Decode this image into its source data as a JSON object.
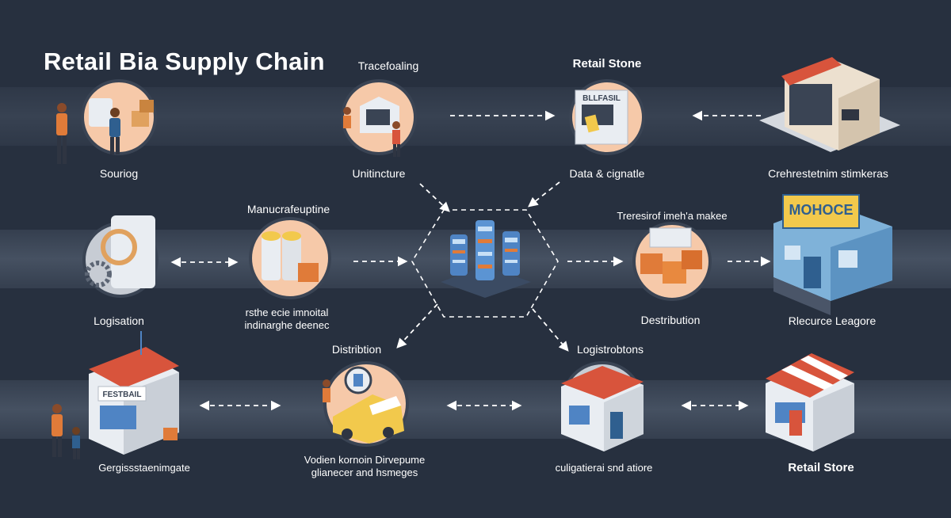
{
  "title": "Retail Bia Supply Chain",
  "nodes": {
    "sourcing": {
      "label": "Souriog"
    },
    "tracefoaling": {
      "label": "Tracefoaling"
    },
    "unitincture": {
      "label": "Unitincture"
    },
    "retail_stone": {
      "label": "Retail Stone",
      "sign": "BLLFASIL"
    },
    "data_signatle": {
      "label": "Data & cignatle"
    },
    "crehrest": {
      "label": "Crehrestetnim stimkeras"
    },
    "logisation": {
      "label": "Logisation"
    },
    "manufacturing": {
      "label": "Manucrafeuptine",
      "sub1": "rsthe ecie imnoital",
      "sub2": "indinarghe deenec"
    },
    "treresirof": {
      "label": "Treresirof imeh'a makee"
    },
    "destribution": {
      "label": "Destribution"
    },
    "mohoce": {
      "label": "Rlecurce Leagore",
      "sign": "MOHOCE"
    },
    "distribution": {
      "label": "Distribtion"
    },
    "logistrobtons": {
      "label": "Logistrobtons"
    },
    "gergiss": {
      "label": "Gergissstaenimgate",
      "sign": "FESTBAIL"
    },
    "vodien": {
      "label1": "Vodien kornoin Dirvepume",
      "label2": "glianecer and hsmeges"
    },
    "culigaterai": {
      "label": "culigatierai snd atiore"
    },
    "retail_store": {
      "label": "Retail Store"
    }
  },
  "colors": {
    "background": "#27303f",
    "node_fill": "#f6c9a9",
    "node_ring": "#3a4454",
    "accent_orange": "#e07b39",
    "awning_red": "#d8543c",
    "blue_facade": "#7fb2d9",
    "arrow": "#ffffff"
  }
}
